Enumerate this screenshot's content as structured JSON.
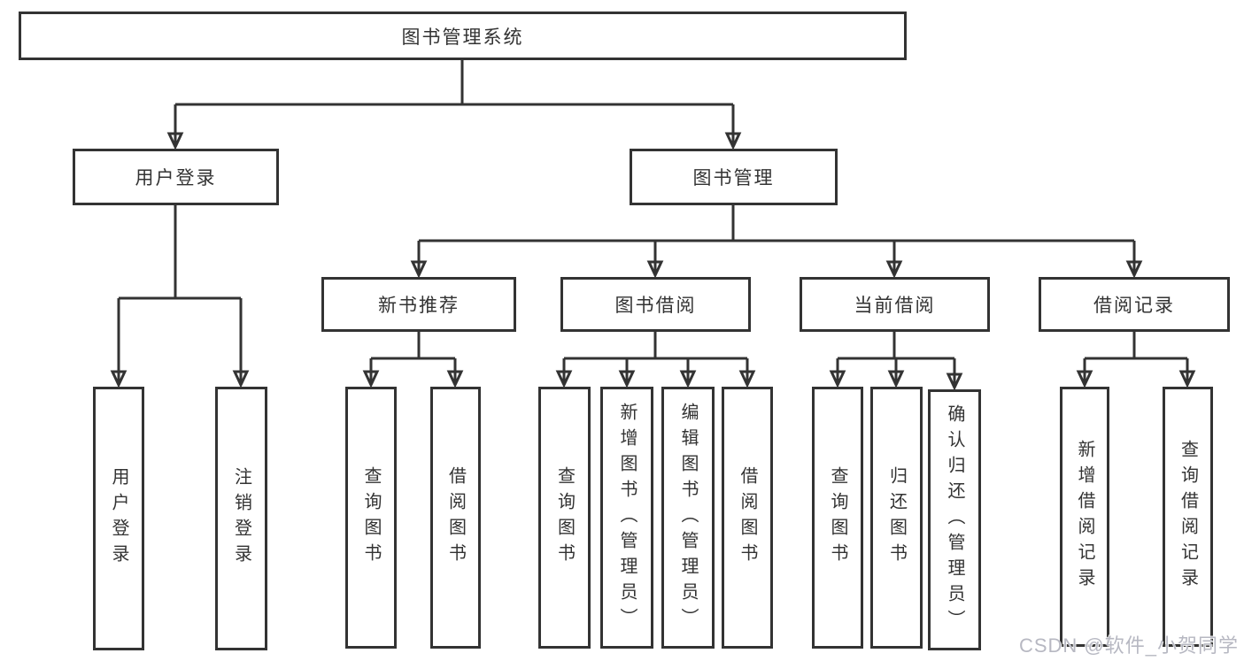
{
  "diagram": {
    "root": {
      "label": "图书管理系统"
    },
    "branches": [
      {
        "label": "用户登录",
        "children": [
          {
            "label": "用户登录"
          },
          {
            "label": "注销登录"
          }
        ]
      },
      {
        "label": "图书管理",
        "children": [
          {
            "label": "新书推荐",
            "children": [
              {
                "label": "查询图书"
              },
              {
                "label": "借阅图书"
              }
            ]
          },
          {
            "label": "图书借阅",
            "children": [
              {
                "label": "查询图书"
              },
              {
                "label": "新增图书（管理员）"
              },
              {
                "label": "编辑图书（管理员）"
              },
              {
                "label": "借阅图书"
              }
            ]
          },
          {
            "label": "当前借阅",
            "children": [
              {
                "label": "查询图书"
              },
              {
                "label": "归还图书"
              },
              {
                "label": "确认归还（管理员）"
              }
            ]
          },
          {
            "label": "借阅记录",
            "children": [
              {
                "label": "新增借阅记录"
              },
              {
                "label": "查询借阅记录"
              }
            ]
          }
        ]
      }
    ]
  },
  "watermark": {
    "text": "CSDN @软件_小贺同学"
  },
  "colors": {
    "line": "#333333",
    "text": "#333333",
    "background": "#ffffff",
    "watermark": "#b7b8c2"
  }
}
